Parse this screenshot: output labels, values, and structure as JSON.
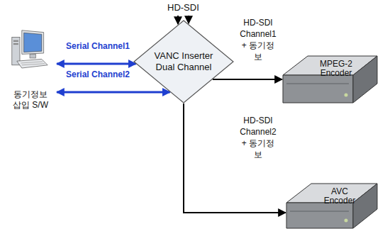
{
  "diagram": {
    "nodes": [
      {
        "text": [
          "동기정보 삽입 S/W"
        ]
      },
      {
        "text": [
          "VANC Inserter Dual Channel"
        ]
      },
      {
        "text": [
          "MPEG-2 Encoder"
        ]
      },
      {
        "text": [
          "AVC Encoder"
        ]
      }
    ],
    "edges": [
      {
        "from": 0,
        "to": 1,
        "label": "Serial Channel1",
        "arrow": "both"
      },
      {
        "from": 0,
        "to": 1,
        "label": "Serial Channel2",
        "arrow": "both"
      },
      {
        "from": 1,
        "to": 2,
        "label": "HD-SDI Channel1 + 동기정보",
        "arrow": "to"
      },
      {
        "from": 1,
        "to": 3,
        "label": "HD-SDI Channel2 + 동기정보",
        "arrow": "to"
      }
    ],
    "labels": [
      "HD-SDI"
    ]
  }
}
